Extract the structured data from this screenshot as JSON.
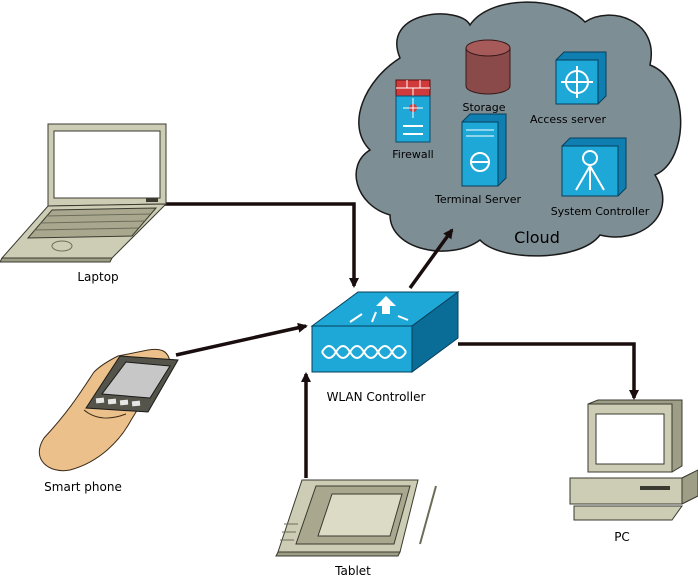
{
  "diagram": {
    "cloud": {
      "title": "Cloud",
      "items": {
        "firewall": "Firewall",
        "storage": "Storage",
        "access_server": "Access server",
        "terminal_server": "Terminal Server",
        "system_controller": "System Controller"
      }
    },
    "devices": {
      "laptop": "Laptop",
      "smart_phone": "Smart phone",
      "wlan_controller": "WLAN Controller",
      "tablet": "Tablet",
      "pc": "PC"
    },
    "colors": {
      "cloud_fill": "#7e8e95",
      "cisco_blue": "#1ea8d8",
      "storage": "#8b4a4a",
      "beige": "#cdccb4",
      "skin": "#ecc08a",
      "connector": "#1a0d0d"
    }
  }
}
